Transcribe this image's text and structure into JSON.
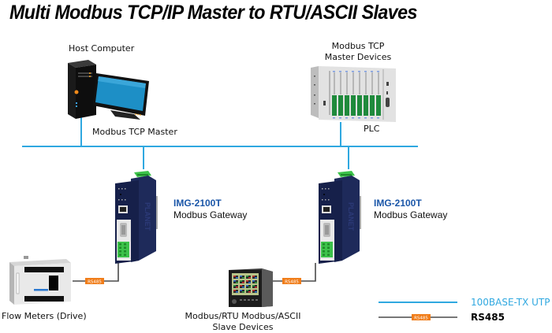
{
  "title": "Multi Modbus TCP/IP Master to RTU/ASCII Slaves",
  "colors": {
    "ethernet_line": "#2fa8e0",
    "rs485_line": "#4a4a4a",
    "rs485_tag": "#f07d1a",
    "gateway_model": "#1a56a8",
    "gateway_body": "#1e2a5a",
    "terminal_green": "#3cc24a"
  },
  "nodes": {
    "host_computer": {
      "label": "Host Computer",
      "role": "Modbus TCP Master",
      "icon": "desktop-computer-icon"
    },
    "plc": {
      "label_line1": "Modbus TCP",
      "label_line2": "Master Devices",
      "role": "PLC",
      "icon": "plc-rack-icon"
    },
    "gateway_1": {
      "model": "IMG-2100T",
      "description": "Modbus Gateway",
      "brand": "PLANET",
      "icon": "modbus-gateway-icon"
    },
    "gateway_2": {
      "model": "IMG-2100T",
      "description": "Modbus Gateway",
      "brand": "PLANET",
      "icon": "modbus-gateway-icon"
    },
    "flow_meter": {
      "label": "Flow Meters (Drive)",
      "link_tag": "RS485",
      "icon": "flow-meter-icon"
    },
    "slave_device": {
      "label_line1": "Modbus/RTU Modbus/ASCII",
      "label_line2": "Slave Devices",
      "link_tag": "RS485",
      "icon": "slave-panel-icon"
    }
  },
  "legend": [
    {
      "type": "ethernet",
      "label": "100BASE-TX UTP"
    },
    {
      "type": "rs485",
      "label": "RS485",
      "tag": "RS485"
    }
  ]
}
